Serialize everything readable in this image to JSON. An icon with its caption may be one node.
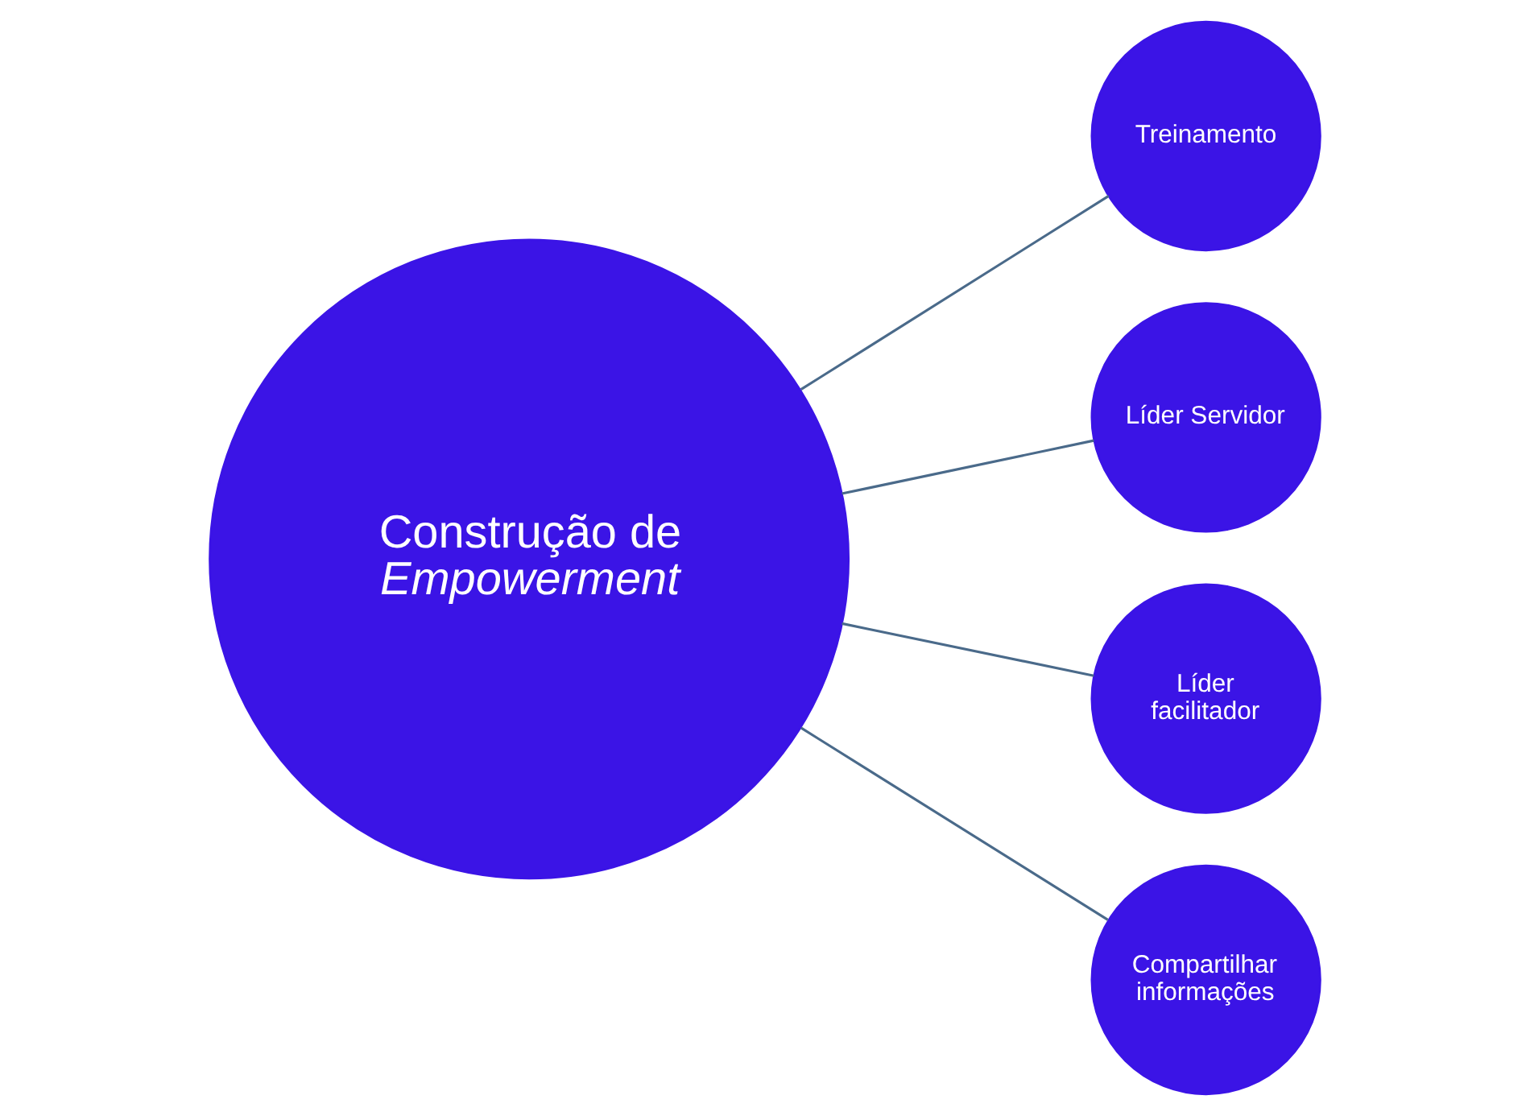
{
  "diagram": {
    "nodes": [
      {
        "text": [
          "Construção de *Empowerment*"
        ]
      },
      {
        "text": [
          "Treinamento"
        ]
      },
      {
        "text": [
          "Líder Servidor"
        ]
      },
      {
        "text": [
          "Líder facilitador"
        ]
      },
      {
        "text": [
          "Compartilhar informações"
        ]
      }
    ],
    "edges": [
      {
        "from": 0,
        "to": 1,
        "arrow": "none"
      },
      {
        "from": 0,
        "to": 2,
        "arrow": "none"
      },
      {
        "from": 0,
        "to": 3,
        "arrow": "none"
      },
      {
        "from": 0,
        "to": 4,
        "arrow": "none"
      }
    ]
  }
}
